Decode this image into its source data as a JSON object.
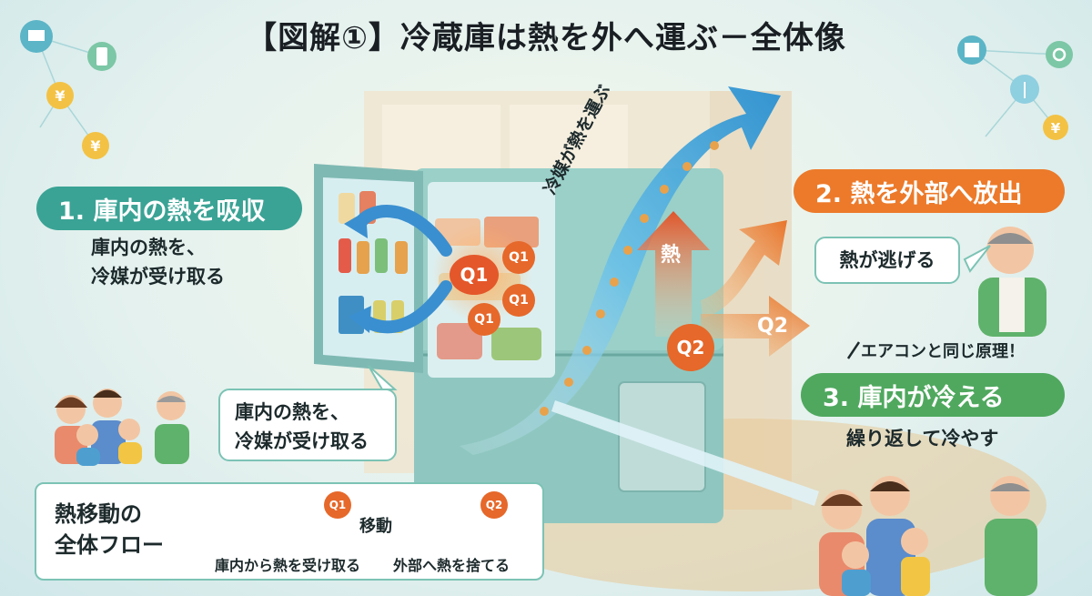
{
  "title": "【図解①】冷蔵庫は熱を外へ運ぶ－全体像",
  "step1": {
    "label": "1. 庫内の熱を吸収",
    "caption_line1": "庫内の熱を、",
    "caption_line2": "冷媒が受け取る"
  },
  "step2": {
    "label": "2. 熱を外部へ放出",
    "speech": "熱が逃げる"
  },
  "step3": {
    "label": "3. 庫内が冷える",
    "caption": "繰り返して冷やす",
    "note": "エアコンと同じ原理！"
  },
  "bubble_bottom": {
    "line1": "庫内の熱を、",
    "line2": "冷媒が受け取る"
  },
  "refrigerant_arrow_label": "冷媒が熱を運ぶ",
  "heat_label": "熱",
  "q1": "Q1",
  "q2": "Q2",
  "flow": {
    "title_line1": "熱移動の",
    "title_line2": "全体フロー",
    "move_label": "移動",
    "from_label": "庫内から熱を受け取る",
    "to_label": "外部へ熱を捨てる"
  },
  "decor_icons": [
    "monitor-icon",
    "phone-icon",
    "yen-icon",
    "chip-icon",
    "wind-turbine-icon",
    "recycle-icon"
  ],
  "colors": {
    "teal": "#3aa395",
    "orange": "#ec7a2a",
    "green": "#4fa85e",
    "blue_arrow": "#3a9fd8",
    "fridge": "#8fc7c0"
  }
}
